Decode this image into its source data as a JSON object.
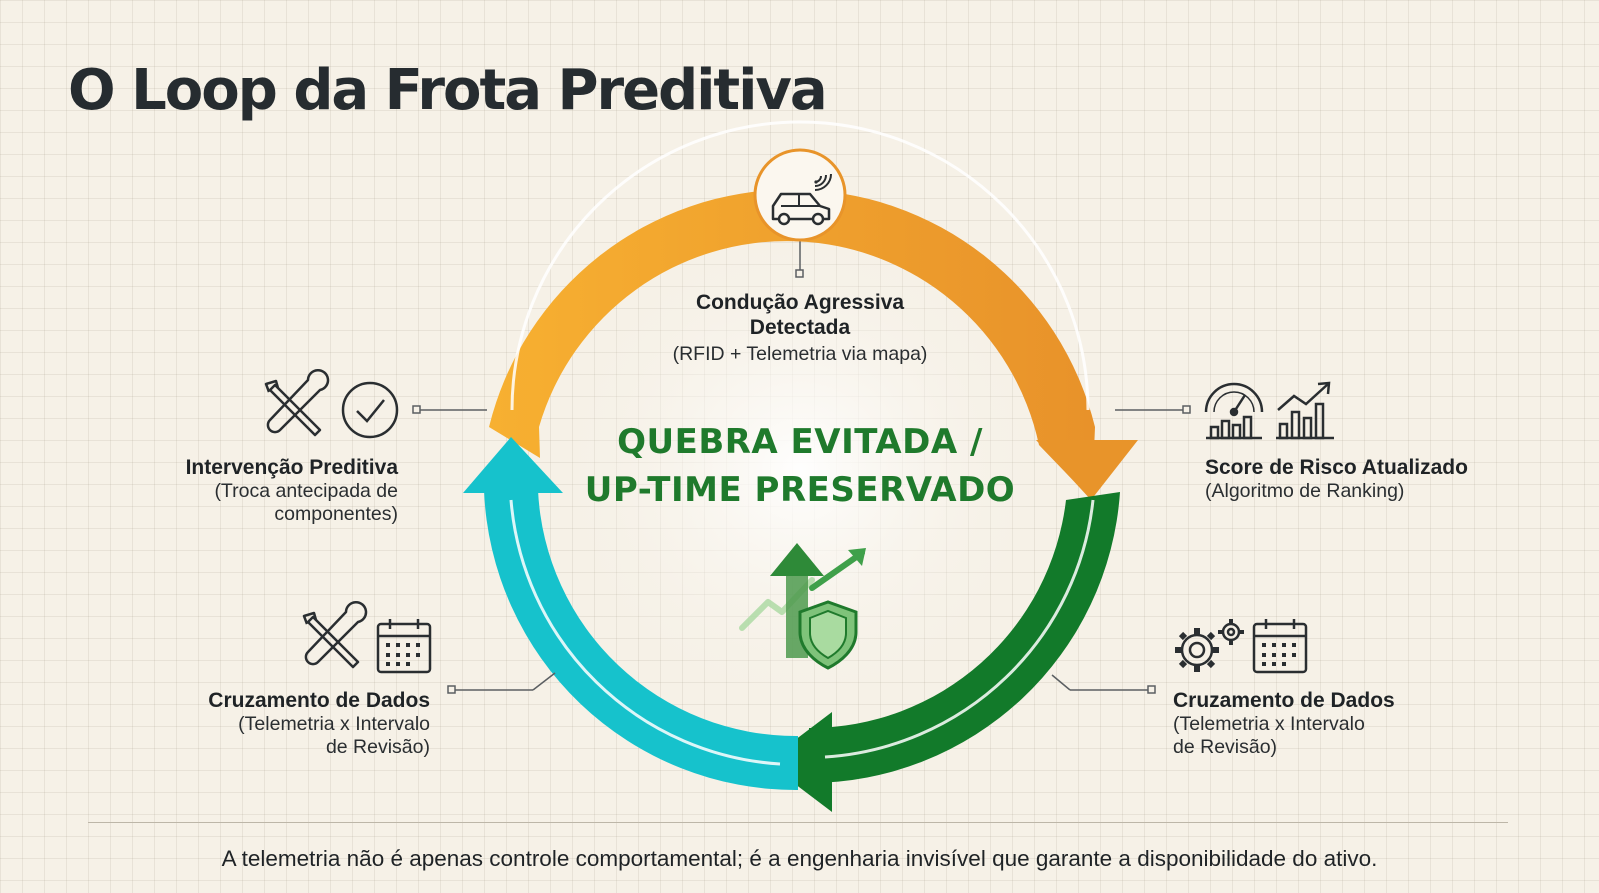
{
  "title": "O Loop da Frota Preditiva",
  "colors": {
    "orange_light": "#f5a623",
    "orange_dark": "#e8942a",
    "green": "#127a2a",
    "cyan": "#16c2cc",
    "text": "#1f2326",
    "center_text": "#1f7a2c"
  },
  "nodes": {
    "top": {
      "head_line1": "Condução Agressiva",
      "head_line2": "Detectada",
      "sub": "(RFID + Telemetria via mapa)",
      "icon": "car-signal-icon"
    },
    "right": {
      "head": "Score de Risco Atualizado",
      "sub": "(Algoritmo de Ranking)",
      "icons": [
        "gauge-chart-icon",
        "trend-chart-icon"
      ]
    },
    "bottom_right": {
      "head": "Cruzamento de Dados",
      "sub_line1": "(Telemetria x Intervalo",
      "sub_line2": "de Revisão)",
      "icons": [
        "gears-icon",
        "calendar-icon"
      ]
    },
    "bottom_left": {
      "head": "Cruzamento de Dados",
      "sub_line1": "(Telemetria x Intervalo",
      "sub_line2": "de Revisão)",
      "icons": [
        "tools-icon",
        "calendar-icon"
      ]
    },
    "left": {
      "head": "Intervenção Preditiva",
      "sub_line1": "(Troca antecipada de",
      "sub_line2": "componentes)",
      "icons": [
        "tools-icon",
        "check-circle-icon"
      ]
    }
  },
  "center": {
    "line1": "QUEBRA EVITADA /",
    "line2": "UP-TIME PRESERVADO",
    "icon": "shield-growth-icon"
  },
  "footer": "A telemetria não é apenas controle comportamental; é a engenharia invisível que garante a disponibilidade do ativo."
}
